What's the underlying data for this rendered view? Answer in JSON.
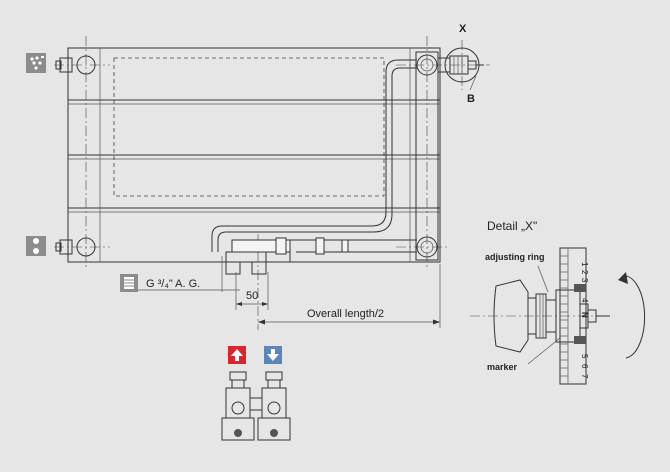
{
  "labels": {
    "detail_x_short": "X",
    "detail_b": "B",
    "thread_spec": "G ³/₄\" A. G.",
    "dim_50": "50",
    "overall_length": "Overall length/2",
    "detail_title": "Detail „X\"",
    "adjusting_ring": "adjusting ring",
    "marker": "marker"
  },
  "scale_digits": [
    "1",
    "2",
    "3",
    "4",
    "N",
    "5",
    "6",
    "7"
  ],
  "icons": {
    "vent": "vent-icon",
    "drain": "drain-icon",
    "thread": "thread-icon",
    "flow": "arrow-up-icon",
    "return": "arrow-down-icon"
  },
  "colors": {
    "background": "#e6e6e6",
    "icon_gray": "#8c8c8c",
    "flow_red": "#d9262c",
    "return_blue": "#5a86b8",
    "scale_dark": "#555555"
  }
}
